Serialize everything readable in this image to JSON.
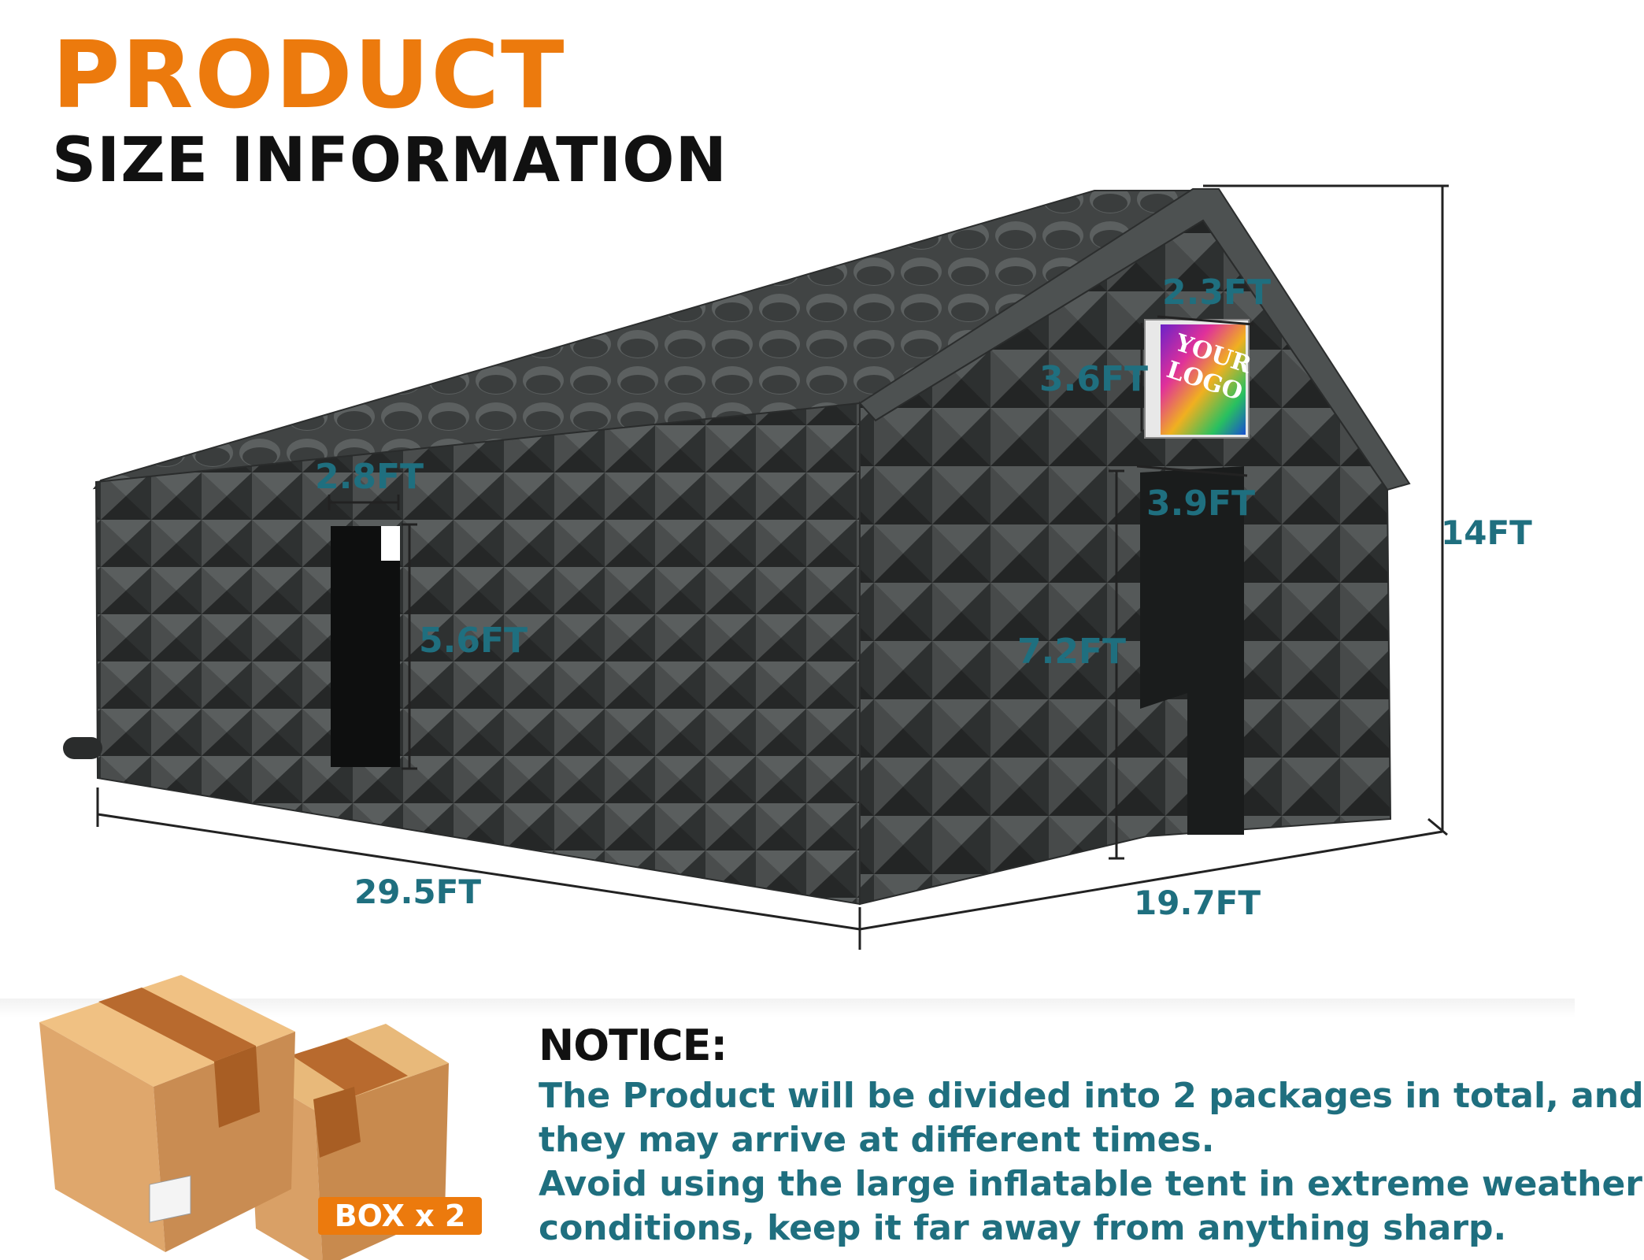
{
  "heading": {
    "title": "PRODUCT",
    "subtitle": "SIZE INFORMATION"
  },
  "logo_sign": {
    "line1": "YOUR",
    "line2": "LOGO"
  },
  "dimensions": {
    "length": "29.5FT",
    "width": "19.7FT",
    "height": "14FT",
    "window_width": "2.8FT",
    "window_height": "5.6FT",
    "door_width": "3.9FT",
    "door_height": "7.2FT",
    "logo_width": "2.3FT",
    "logo_height": "3.6FT"
  },
  "notice": {
    "title": "NOTICE:",
    "lines": [
      "The Product will be divided into 2 packages in total, and",
      "they may arrive at different times.",
      "Avoid using the large inflatable tent in extreme weather",
      "conditions, keep it far away from anything sharp."
    ]
  },
  "package": {
    "badge": "BOX x 2"
  },
  "colors": {
    "accent_orange": "#ec7a0d",
    "teal_text": "#1f6f7f",
    "tent_dark": "#3c3f3f",
    "box_cardboard": "#d9a66a"
  }
}
